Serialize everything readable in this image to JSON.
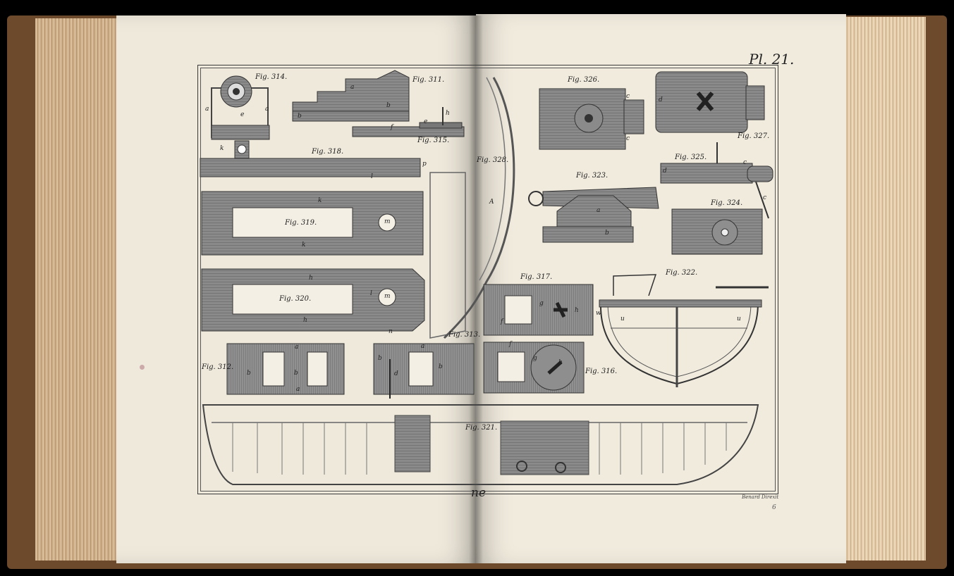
{
  "plate": {
    "number": "Pl. 21.",
    "engraver": "Benard Direxit",
    "page_mark": "6",
    "caption_fragment": "ne"
  },
  "figures": [
    {
      "id": "fig-314",
      "label": "Fig. 314."
    },
    {
      "id": "fig-311",
      "label": "Fig. 311."
    },
    {
      "id": "fig-315",
      "label": "Fig. 315."
    },
    {
      "id": "fig-318",
      "label": "Fig. 318."
    },
    {
      "id": "fig-319",
      "label": "Fig. 319."
    },
    {
      "id": "fig-320",
      "label": "Fig. 320."
    },
    {
      "id": "fig-312",
      "label": "Fig. 312."
    },
    {
      "id": "fig-313",
      "label": "Fig. 313."
    },
    {
      "id": "fig-326",
      "label": "Fig. 326."
    },
    {
      "id": "fig-327",
      "label": "Fig. 327."
    },
    {
      "id": "fig-325",
      "label": "Fig. 325."
    },
    {
      "id": "fig-323",
      "label": "Fig. 323."
    },
    {
      "id": "fig-324",
      "label": "Fig. 324."
    },
    {
      "id": "fig-317",
      "label": "Fig. 317."
    },
    {
      "id": "fig-322",
      "label": "Fig. 322."
    },
    {
      "id": "fig-316",
      "label": "Fig. 316."
    },
    {
      "id": "fig-321",
      "label": "Fig. 321."
    },
    {
      "id": "fig-328",
      "label": "Fig. 328."
    }
  ],
  "letters": {
    "a": "a",
    "b": "b",
    "c": "c",
    "d": "d",
    "e": "e",
    "f": "f",
    "g": "g",
    "h": "h",
    "k": "k",
    "l": "l",
    "m": "m",
    "n": "n",
    "p": "p",
    "u": "u",
    "w": "w",
    "A": "A"
  },
  "colors": {
    "paper": "#efe9dc",
    "ink": "#6b6b6b",
    "ink_dark": "#3f3f3f",
    "leather": "#6e4a2c"
  }
}
